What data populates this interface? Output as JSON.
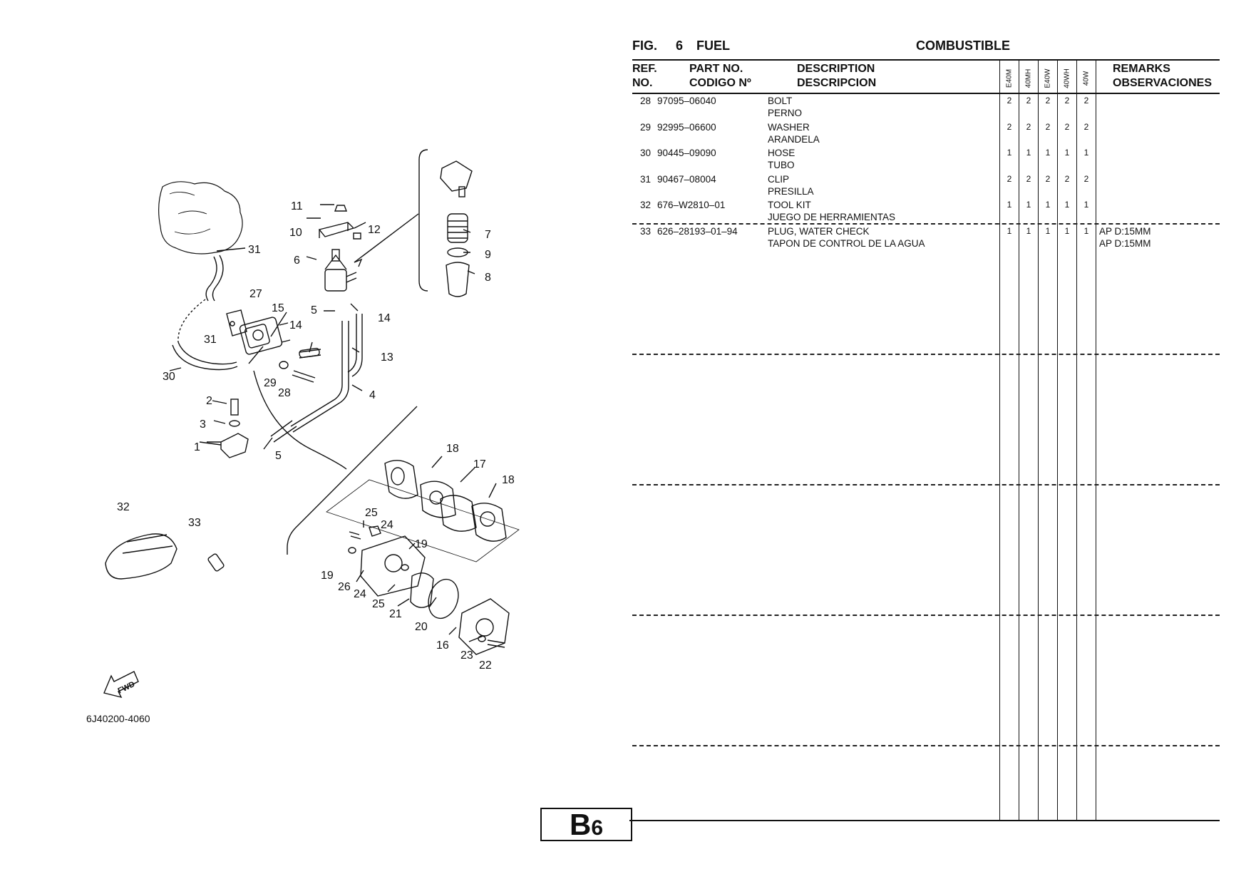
{
  "figure": {
    "label": "FIG.",
    "number": "6",
    "title_en": "FUEL",
    "title_es": "COMBUSTIBLE"
  },
  "columns": {
    "ref_en": "REF.",
    "ref_es": "NO.",
    "part_en": "PART NO.",
    "part_es": "CODIGO Nº",
    "desc_en": "DESCRIPTION",
    "desc_es": "DESCRIPCION",
    "models": [
      "E40M",
      "40MH",
      "E40W",
      "40WH",
      "40W"
    ],
    "remarks_en": "REMARKS",
    "remarks_es": "OBSERVACIONES"
  },
  "parts": [
    {
      "ref": "28",
      "part_no": "97095–06040",
      "desc_en": "BOLT",
      "desc_es": "PERNO",
      "qty": [
        "2",
        "2",
        "2",
        "2",
        "2"
      ],
      "remarks": [
        "",
        ""
      ]
    },
    {
      "ref": "29",
      "part_no": "92995–06600",
      "desc_en": "WASHER",
      "desc_es": "ARANDELA",
      "qty": [
        "2",
        "2",
        "2",
        "2",
        "2"
      ],
      "remarks": [
        "",
        ""
      ]
    },
    {
      "ref": "30",
      "part_no": "90445–09090",
      "desc_en": "HOSE",
      "desc_es": "TUBO",
      "qty": [
        "1",
        "1",
        "1",
        "1",
        "1"
      ],
      "remarks": [
        "",
        ""
      ]
    },
    {
      "ref": "31",
      "part_no": "90467–08004",
      "desc_en": "CLIP",
      "desc_es": "PRESILLA",
      "qty": [
        "2",
        "2",
        "2",
        "2",
        "2"
      ],
      "remarks": [
        "",
        ""
      ]
    },
    {
      "ref": "32",
      "part_no": "676–W2810–01",
      "desc_en": "TOOL KIT",
      "desc_es": "JUEGO DE HERRAMIENTAS",
      "qty": [
        "1",
        "1",
        "1",
        "1",
        "1"
      ],
      "remarks": [
        "",
        ""
      ]
    },
    {
      "ref": "33",
      "part_no": "626–28193–01–94",
      "desc_en": "PLUG, WATER CHECK",
      "desc_es": "TAPON DE CONTROL DE LA AGUA",
      "qty": [
        "1",
        "1",
        "1",
        "1",
        "1"
      ],
      "remarks": [
        "AP D:15MM",
        "AP D:15MM"
      ]
    }
  ],
  "diagram": {
    "code": "6J40200-4060",
    "fwd_label": "FWD",
    "callouts": [
      "1",
      "2",
      "3",
      "4",
      "5",
      "5",
      "6",
      "7",
      "8",
      "9",
      "10",
      "11",
      "12",
      "13",
      "14",
      "14",
      "15",
      "16",
      "17",
      "18",
      "18",
      "19",
      "19",
      "20",
      "21",
      "22",
      "23",
      "24",
      "24",
      "25",
      "25",
      "26",
      "27",
      "28",
      "29",
      "30",
      "31",
      "31",
      "32",
      "33"
    ]
  },
  "page_tab": {
    "letter": "B",
    "number": "6"
  }
}
